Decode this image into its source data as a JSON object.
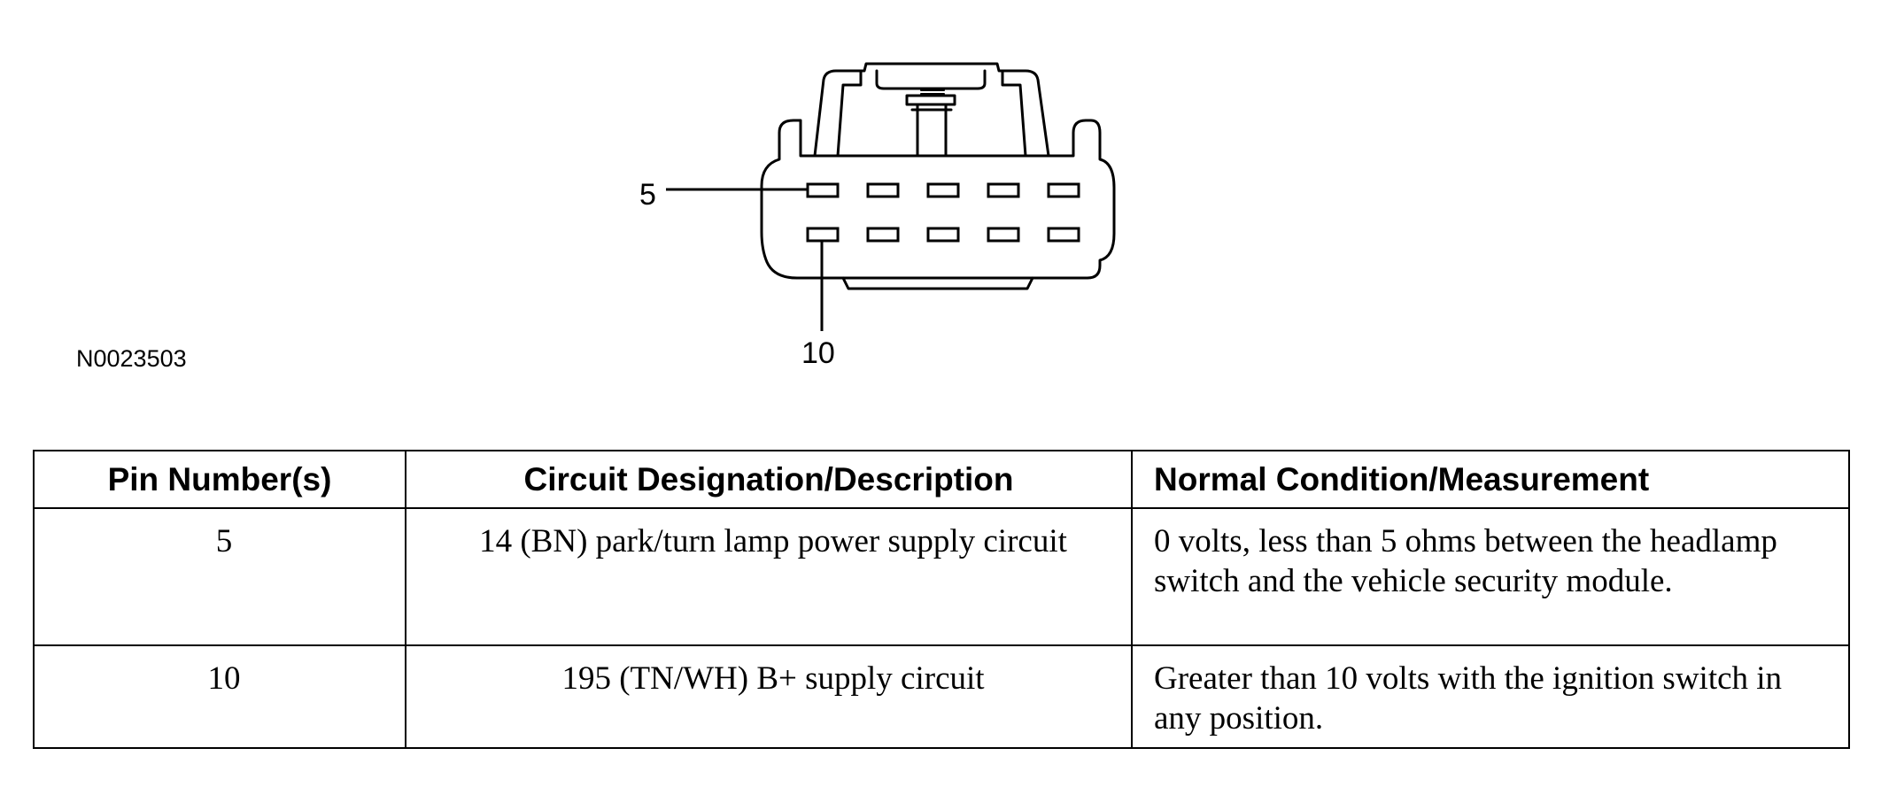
{
  "figure": {
    "id": "N0023503",
    "callouts": {
      "top_pin": "5",
      "bottom_pin": "10"
    }
  },
  "table": {
    "headers": {
      "pin": "Pin Number(s)",
      "circuit": "Circuit Designation/Description",
      "condition": "Normal Condition/Measurement"
    },
    "rows": [
      {
        "pin": "5",
        "circuit": "14 (BN) park/turn lamp power supply circuit",
        "condition": "0 volts, less than 5 ohms between the headlamp switch and the vehicle security module."
      },
      {
        "pin": "10",
        "circuit": "195 (TN/WH) B+ supply circuit",
        "condition": "Greater than 10 volts with the ignition switch in any position."
      }
    ]
  }
}
